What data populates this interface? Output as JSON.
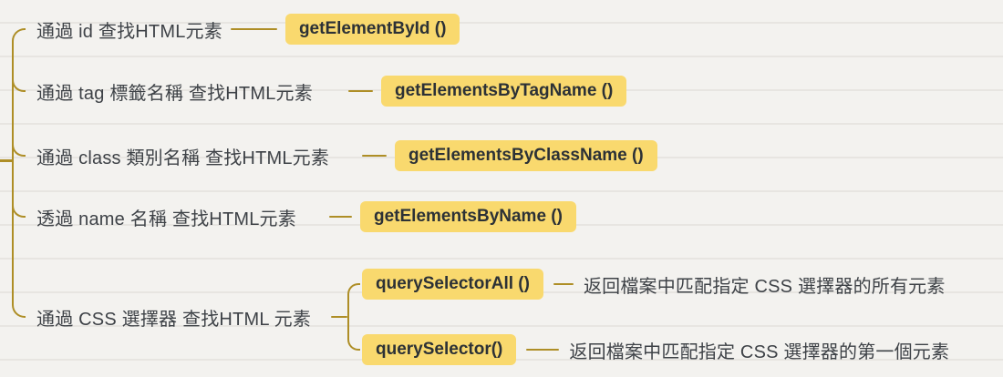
{
  "diagram": {
    "title_semantic": "Finding HTML elements - DOM methods mind map",
    "colors": {
      "background": "#f3f2ef",
      "rule_line": "#e7e5e1",
      "connector": "#ae8e26",
      "node_background": "#f9d96e",
      "node_text": "#2c3136",
      "label_text": "#3e4247"
    },
    "rows": [
      {
        "label": "通過 id 查找HTML元素",
        "method": "getElementById ()"
      },
      {
        "label": "通過 tag 標籤名稱 查找HTML元素",
        "method": "getElementsByTagName ()"
      },
      {
        "label": "通過 class 類別名稱 查找HTML元素",
        "method": "getElementsByClassName ()"
      },
      {
        "label": "透過 name 名稱 查找HTML元素",
        "method": "getElementsByName ()"
      },
      {
        "label": "通過 CSS 選擇器 查找HTML 元素",
        "children": [
          {
            "method": "querySelectorAll ()",
            "description": "返回檔案中匹配指定 CSS 選擇器的所有元素"
          },
          {
            "method": "querySelector()",
            "description": "返回檔案中匹配指定 CSS 選擇器的第一個元素"
          }
        ]
      }
    ]
  }
}
